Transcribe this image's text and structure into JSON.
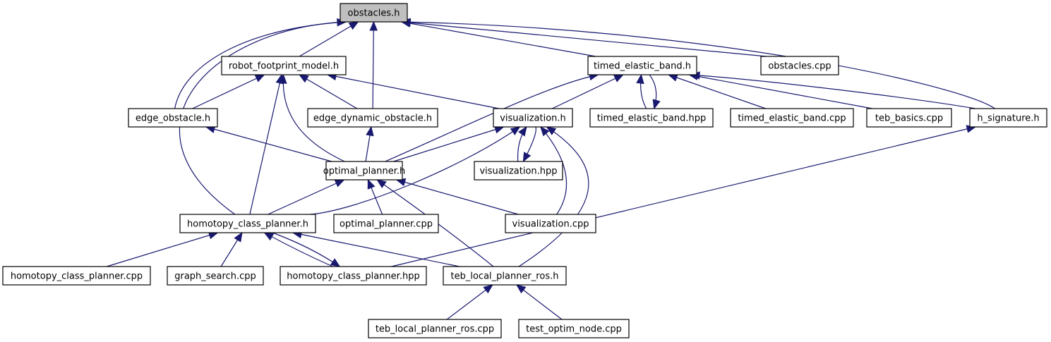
{
  "graph": {
    "type": "include-dependency-graph",
    "colors": {
      "edge": "#191970",
      "root_fill": "#bfbfbf",
      "node_fill": "#ffffff",
      "border": "#000000"
    },
    "root": "obstacles.h",
    "nodes": [
      {
        "id": "obstacles_h",
        "label": "obstacles.h",
        "root": true
      },
      {
        "id": "robot_footprint_model_h",
        "label": "robot_footprint_model.h"
      },
      {
        "id": "timed_elastic_band_h",
        "label": "timed_elastic_band.h"
      },
      {
        "id": "obstacles_cpp",
        "label": "obstacles.cpp"
      },
      {
        "id": "edge_obstacle_h",
        "label": "edge_obstacle.h"
      },
      {
        "id": "edge_dynamic_obstacle_h",
        "label": "edge_dynamic_obstacle.h"
      },
      {
        "id": "visualization_h",
        "label": "visualization.h"
      },
      {
        "id": "timed_elastic_band_hpp",
        "label": "timed_elastic_band.hpp"
      },
      {
        "id": "timed_elastic_band_cpp",
        "label": "timed_elastic_band.cpp"
      },
      {
        "id": "teb_basics_cpp",
        "label": "teb_basics.cpp"
      },
      {
        "id": "h_signature_h",
        "label": "h_signature.h"
      },
      {
        "id": "optimal_planner_h",
        "label": "optimal_planner.h"
      },
      {
        "id": "visualization_hpp",
        "label": "visualization.hpp"
      },
      {
        "id": "homotopy_class_planner_h",
        "label": "homotopy_class_planner.h"
      },
      {
        "id": "optimal_planner_cpp",
        "label": "optimal_planner.cpp"
      },
      {
        "id": "visualization_cpp",
        "label": "visualization.cpp"
      },
      {
        "id": "homotopy_class_planner_cpp",
        "label": "homotopy_class_planner.cpp"
      },
      {
        "id": "graph_search_cpp",
        "label": "graph_search.cpp"
      },
      {
        "id": "homotopy_class_planner_hpp",
        "label": "homotopy_class_planner.hpp"
      },
      {
        "id": "teb_local_planner_ros_h",
        "label": "teb_local_planner_ros.h"
      },
      {
        "id": "teb_local_planner_ros_cpp",
        "label": "teb_local_planner_ros.cpp"
      },
      {
        "id": "test_optim_node_cpp",
        "label": "test_optim_node.cpp"
      }
    ],
    "edges": [
      {
        "from": "robot_footprint_model_h",
        "to": "obstacles_h"
      },
      {
        "from": "edge_dynamic_obstacle_h",
        "to": "obstacles_h"
      },
      {
        "from": "edge_obstacle_h",
        "to": "obstacles_h"
      },
      {
        "from": "homotopy_class_planner_h",
        "to": "obstacles_h"
      },
      {
        "from": "timed_elastic_band_h",
        "to": "obstacles_h"
      },
      {
        "from": "obstacles_cpp",
        "to": "obstacles_h"
      },
      {
        "from": "h_signature_h",
        "to": "obstacles_h"
      },
      {
        "from": "edge_obstacle_h",
        "to": "robot_footprint_model_h"
      },
      {
        "from": "edge_dynamic_obstacle_h",
        "to": "robot_footprint_model_h"
      },
      {
        "from": "visualization_h",
        "to": "robot_footprint_model_h"
      },
      {
        "from": "optimal_planner_h",
        "to": "robot_footprint_model_h"
      },
      {
        "from": "homotopy_class_planner_h",
        "to": "robot_footprint_model_h"
      },
      {
        "from": "visualization_h",
        "to": "timed_elastic_band_h"
      },
      {
        "from": "optimal_planner_h",
        "to": "timed_elastic_band_h"
      },
      {
        "from": "timed_elastic_band_hpp",
        "to": "timed_elastic_band_h"
      },
      {
        "from": "timed_elastic_band_h",
        "to": "timed_elastic_band_hpp"
      },
      {
        "from": "timed_elastic_band_cpp",
        "to": "timed_elastic_band_h"
      },
      {
        "from": "teb_basics_cpp",
        "to": "timed_elastic_band_h"
      },
      {
        "from": "h_signature_h",
        "to": "timed_elastic_band_h"
      },
      {
        "from": "optimal_planner_h",
        "to": "edge_obstacle_h"
      },
      {
        "from": "optimal_planner_h",
        "to": "edge_dynamic_obstacle_h"
      },
      {
        "from": "optimal_planner_h",
        "to": "visualization_h"
      },
      {
        "from": "homotopy_class_planner_h",
        "to": "visualization_h"
      },
      {
        "from": "visualization_hpp",
        "to": "visualization_h"
      },
      {
        "from": "visualization_h",
        "to": "visualization_hpp"
      },
      {
        "from": "visualization_cpp",
        "to": "visualization_h"
      },
      {
        "from": "teb_local_planner_ros_h",
        "to": "visualization_h"
      },
      {
        "from": "homotopy_class_planner_h",
        "to": "optimal_planner_h"
      },
      {
        "from": "optimal_planner_cpp",
        "to": "optimal_planner_h"
      },
      {
        "from": "visualization_cpp",
        "to": "optimal_planner_h"
      },
      {
        "from": "teb_local_planner_ros_h",
        "to": "optimal_planner_h"
      },
      {
        "from": "homotopy_class_planner_hpp",
        "to": "h_signature_h"
      },
      {
        "from": "homotopy_class_planner_cpp",
        "to": "homotopy_class_planner_h"
      },
      {
        "from": "graph_search_cpp",
        "to": "homotopy_class_planner_h"
      },
      {
        "from": "homotopy_class_planner_hpp",
        "to": "homotopy_class_planner_h"
      },
      {
        "from": "homotopy_class_planner_h",
        "to": "homotopy_class_planner_hpp"
      },
      {
        "from": "teb_local_planner_ros_h",
        "to": "homotopy_class_planner_h"
      },
      {
        "from": "teb_local_planner_ros_cpp",
        "to": "teb_local_planner_ros_h"
      },
      {
        "from": "test_optim_node_cpp",
        "to": "teb_local_planner_ros_h"
      }
    ]
  }
}
